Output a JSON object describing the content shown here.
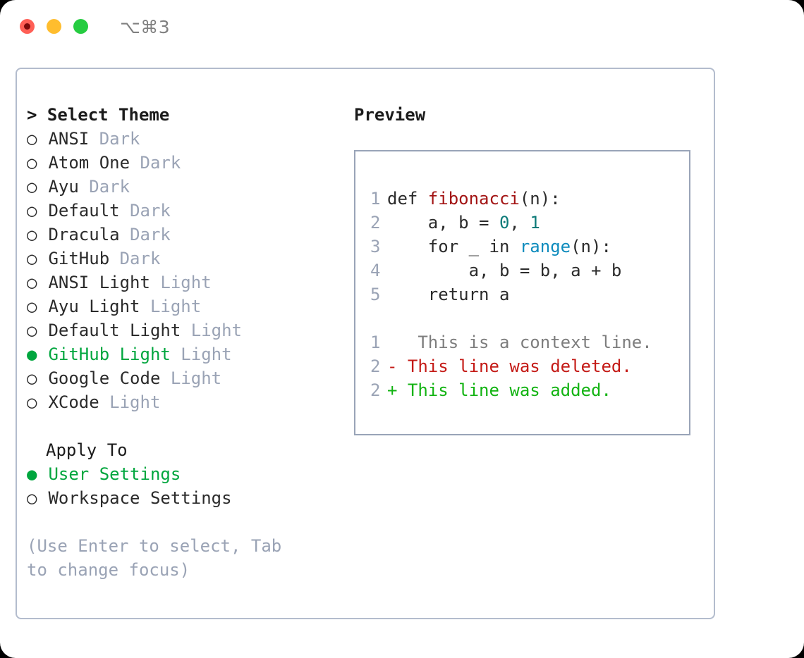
{
  "titlebar": {
    "shortcut": "⌥⌘3",
    "lights": [
      {
        "name": "close",
        "color": "#ff5f56"
      },
      {
        "name": "minimize",
        "color": "#ffbd2e"
      },
      {
        "name": "maximize",
        "color": "#26cc41"
      }
    ]
  },
  "theme_picker": {
    "header_marker": ">",
    "header_label": "Select Theme",
    "marker_unselected": "○",
    "marker_selected": "●",
    "items": [
      {
        "name": "ANSI",
        "tag": "Dark",
        "selected": false
      },
      {
        "name": "Atom One",
        "tag": "Dark",
        "selected": false
      },
      {
        "name": "Ayu",
        "tag": "Dark",
        "selected": false
      },
      {
        "name": "Default",
        "tag": "Dark",
        "selected": false
      },
      {
        "name": "Dracula",
        "tag": "Dark",
        "selected": false
      },
      {
        "name": "GitHub",
        "tag": "Dark",
        "selected": false
      },
      {
        "name": "ANSI Light",
        "tag": "Light",
        "selected": false
      },
      {
        "name": "Ayu Light",
        "tag": "Light",
        "selected": false
      },
      {
        "name": "Default Light",
        "tag": "Light",
        "selected": false
      },
      {
        "name": "GitHub Light",
        "tag": "Light",
        "selected": true
      },
      {
        "name": "Google Code",
        "tag": "Light",
        "selected": false
      },
      {
        "name": "XCode",
        "tag": "Light",
        "selected": false
      }
    ]
  },
  "apply_to": {
    "header_label": "Apply To",
    "items": [
      {
        "name": "User Settings",
        "selected": true
      },
      {
        "name": "Workspace Settings",
        "selected": false
      }
    ]
  },
  "hint": "(Use Enter to select, Tab to change focus)",
  "preview": {
    "title": "Preview",
    "code_lines": [
      {
        "no": "1",
        "tokens": [
          {
            "t": "def ",
            "c": "plain"
          },
          {
            "t": "fibonacci",
            "c": "fn"
          },
          {
            "t": "(n):",
            "c": "plain"
          }
        ]
      },
      {
        "no": "2",
        "tokens": [
          {
            "t": "    a, b = ",
            "c": "plain"
          },
          {
            "t": "0",
            "c": "num"
          },
          {
            "t": ", ",
            "c": "plain"
          },
          {
            "t": "1",
            "c": "num"
          }
        ]
      },
      {
        "no": "3",
        "tokens": [
          {
            "t": "    for _ in ",
            "c": "plain"
          },
          {
            "t": "range",
            "c": "call"
          },
          {
            "t": "(n):",
            "c": "plain"
          }
        ]
      },
      {
        "no": "4",
        "tokens": [
          {
            "t": "        a, b = b, a + b",
            "c": "plain"
          }
        ]
      },
      {
        "no": "5",
        "tokens": [
          {
            "t": "    return a",
            "c": "plain"
          }
        ]
      }
    ],
    "diff_lines": [
      {
        "no": "1",
        "sign": " ",
        "text": "  This is a context line.",
        "kind": "ctx"
      },
      {
        "no": "2",
        "sign": "-",
        "text": " This line was deleted.",
        "kind": "del"
      },
      {
        "no": "2",
        "sign": "+",
        "text": " This line was added.",
        "kind": "add"
      }
    ]
  },
  "colors": {
    "accent_green": "#00a63e",
    "tag_gray": "#9aa3b5",
    "syntax_function": "#a31515",
    "syntax_number": "#0d7b79",
    "syntax_call": "#0d8bbd",
    "diff_deleted": "#c41a16",
    "diff_added": "#12b312",
    "diff_context": "#7d7d7d",
    "panel_border": "#b3bccd",
    "preview_border": "#99a4b8"
  }
}
